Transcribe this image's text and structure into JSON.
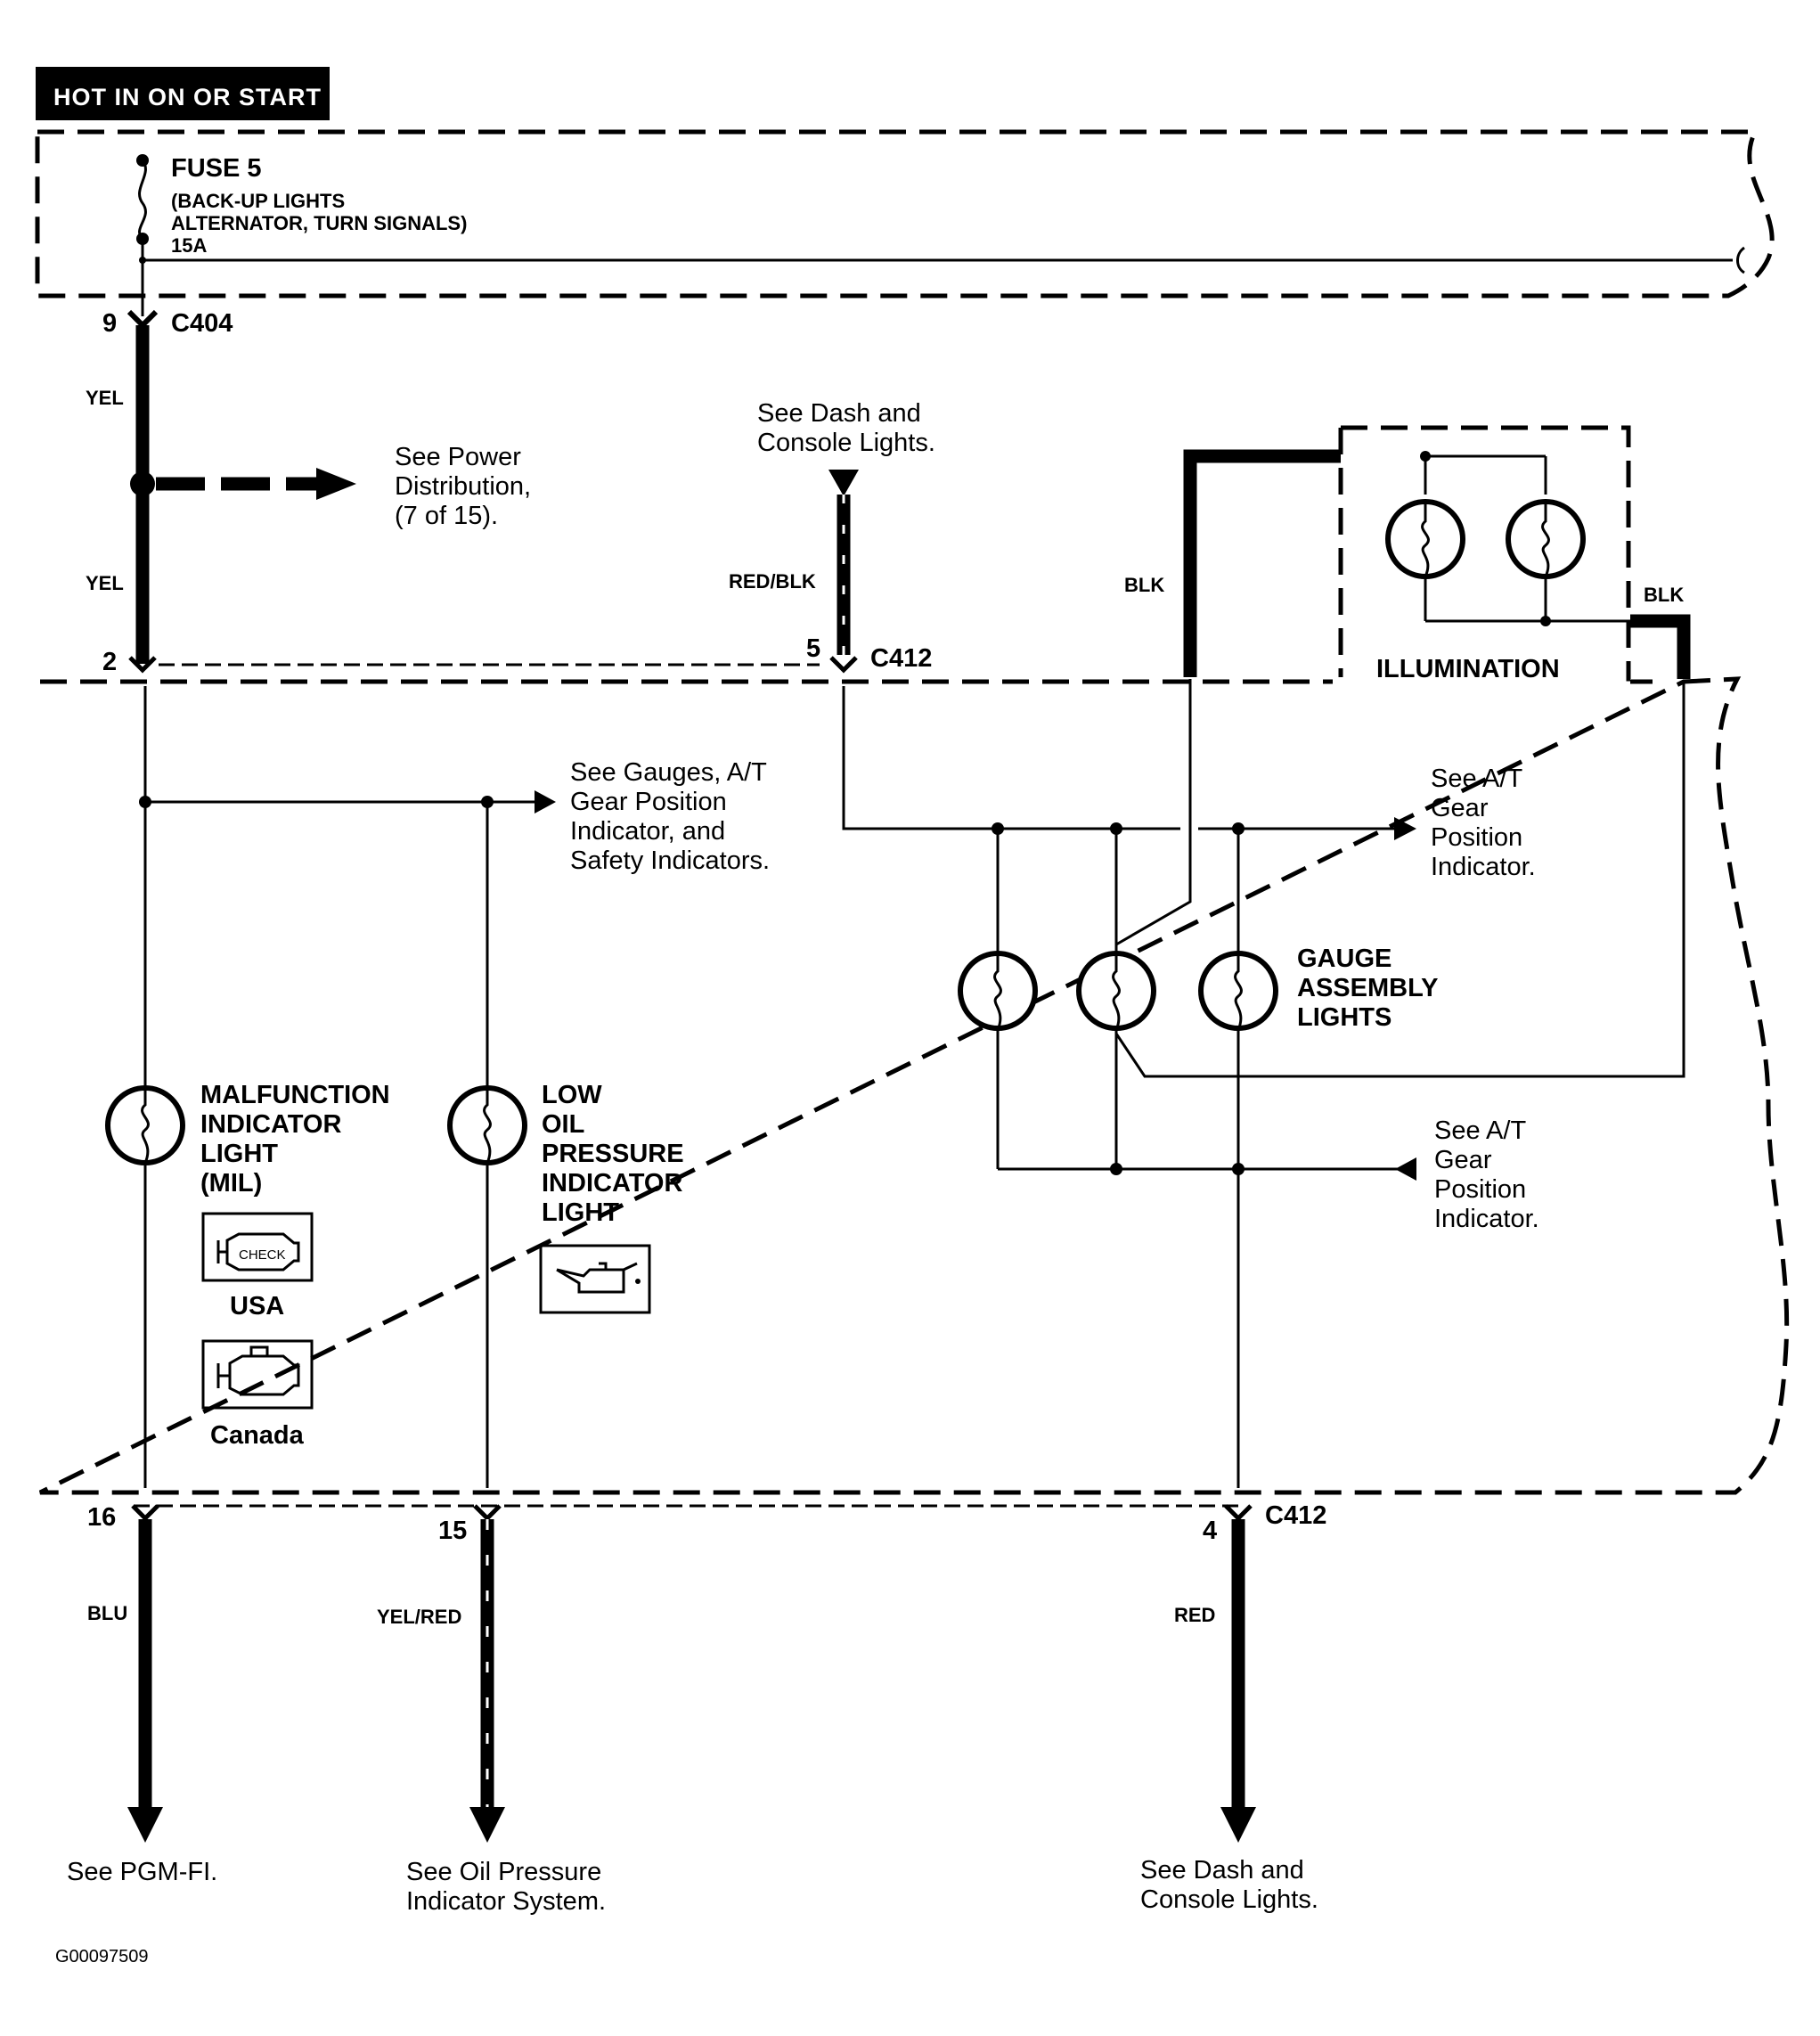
{
  "header": {
    "title": "HOT IN ON OR START"
  },
  "fuse": {
    "name": "FUSE 5",
    "desc_line1": "(BACK-UP LIGHTS",
    "desc_line2": "ALTERNATOR, TURN SIGNALS)",
    "rating": "15A"
  },
  "connectors": {
    "c404": {
      "name": "C404",
      "pin": "9"
    },
    "c412_top": {
      "name": "C412",
      "pin": "5"
    },
    "pin2": "2",
    "c412_bottom": {
      "name": "C412",
      "pin": "4"
    },
    "pin16": "16",
    "pin15": "15"
  },
  "wires": {
    "yel_top": "YEL",
    "yel_mid": "YEL",
    "red_blk": "RED/BLK",
    "blk_left": "BLK",
    "blk_right": "BLK",
    "blu": "BLU",
    "yel_red": "YEL/RED",
    "red": "RED"
  },
  "references": {
    "power_dist": [
      "See Power",
      "Distribution,",
      "(7 of 15)."
    ],
    "dash_top": [
      "See Dash and",
      "Console Lights."
    ],
    "gauges": [
      "See Gauges, A/T",
      "Gear Position",
      "Indicator, and",
      "Safety Indicators."
    ],
    "at_gear_1": [
      "See A/T",
      "Gear",
      "Position",
      "Indicator."
    ],
    "at_gear_2": [
      "See A/T",
      "Gear",
      "Position",
      "Indicator."
    ],
    "pgm_fi": "See PGM-FI.",
    "oil_pressure": [
      "See Oil Pressure",
      "Indicator System."
    ],
    "dash_bottom": [
      "See Dash and",
      "Console Lights."
    ]
  },
  "components": {
    "illumination": "ILLUMINATION",
    "gauge_lights": [
      "GAUGE",
      "ASSEMBLY",
      "LIGHTS"
    ],
    "mil": [
      "MALFUNCTION",
      "INDICATOR",
      "LIGHT",
      "(MIL)"
    ],
    "mil_check_text": "CHECK",
    "mil_usa": "USA",
    "mil_canada": "Canada",
    "oil_light": [
      "LOW",
      "OIL",
      "PRESSURE",
      "INDICATOR",
      "LIGHT"
    ]
  },
  "figure_id": "G00097509"
}
